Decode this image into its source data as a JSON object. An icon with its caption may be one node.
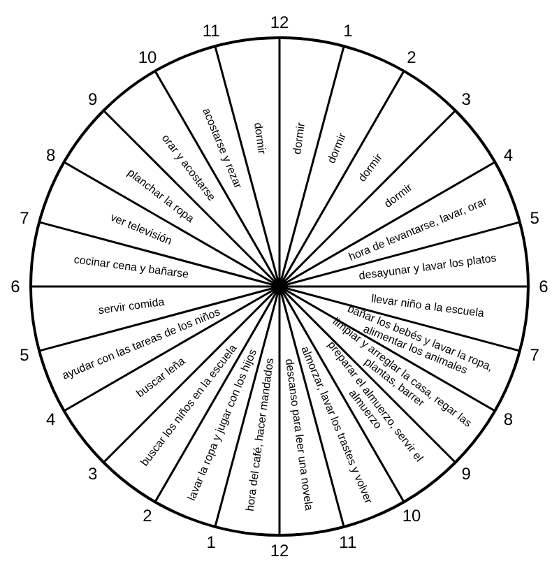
{
  "diagram": {
    "nodes": [
      {
        "text": [
          "dormir"
        ]
      },
      {
        "text": [
          "dormir"
        ]
      },
      {
        "text": [
          "dormir"
        ]
      },
      {
        "text": [
          "dormir"
        ]
      },
      {
        "text": [
          "hora de levantarse, lavar, orar"
        ]
      },
      {
        "text": [
          "desayunar y lavar los platos"
        ]
      },
      {
        "text": [
          "llevar niño a la escuela"
        ]
      },
      {
        "text": [
          "bañar los bebés y lavar la ropa, alimentar los animales"
        ]
      },
      {
        "text": [
          "limpiar y arreglar la casa, regar las plantas, barrer"
        ]
      },
      {
        "text": [
          "preparar el almuerzo, servir el almuerzo"
        ]
      },
      {
        "text": [
          "almorzar, lavar los trastes y volver"
        ]
      },
      {
        "text": [
          "descanso para leer una novela"
        ]
      },
      {
        "text": [
          "hora del café, hacer mandados"
        ]
      },
      {
        "text": [
          "lavar la ropa y jugar con los hijos"
        ]
      },
      {
        "text": [
          "buscar los niños en la escuela"
        ]
      },
      {
        "text": [
          "buscar leña"
        ]
      },
      {
        "text": [
          "ayudar con las tareas de los niños"
        ]
      },
      {
        "text": [
          "servir comida"
        ]
      },
      {
        "text": [
          "cocinar cena y bañarse"
        ]
      },
      {
        "text": [
          "ver televisión"
        ]
      },
      {
        "text": [
          "planchar la ropa"
        ]
      },
      {
        "text": [
          "orar y acostarse"
        ]
      },
      {
        "text": [
          "acostarse y rezar"
        ]
      },
      {
        "text": [
          "dormir"
        ]
      }
    ],
    "labels": [
      "12",
      "1",
      "2",
      "3",
      "4",
      "5",
      "6",
      "7",
      "8",
      "9",
      "10",
      "11",
      "12",
      "1",
      "2",
      "3",
      "4",
      "5",
      "6",
      "7",
      "8",
      "9",
      "10",
      "11"
    ]
  }
}
